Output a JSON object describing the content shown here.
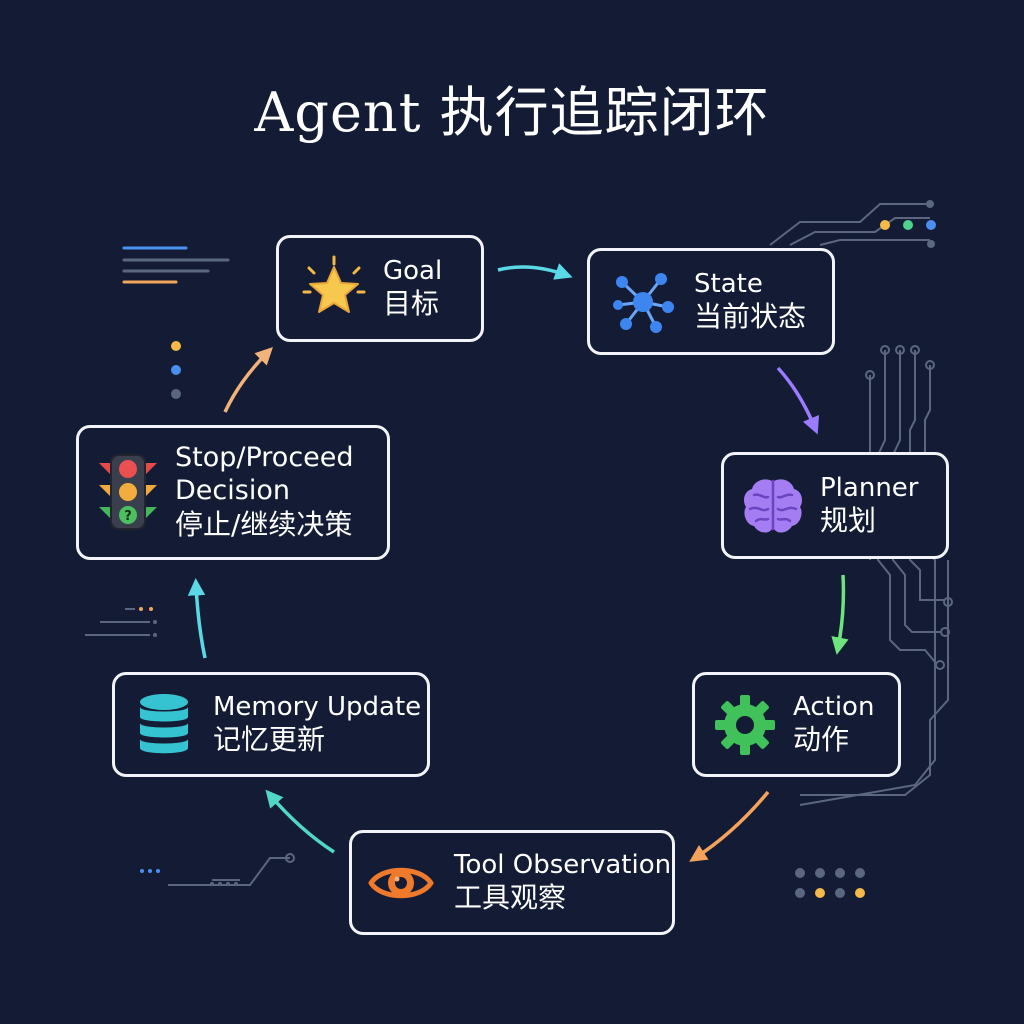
{
  "title": "Agent 执行追踪闭环",
  "nodes": {
    "goal": {
      "en": "Goal",
      "zh": "目标",
      "icon": "star-icon"
    },
    "state": {
      "en": "State",
      "zh": "当前状态",
      "icon": "network-icon"
    },
    "planner": {
      "en": "Planner",
      "zh": "规划",
      "icon": "brain-icon"
    },
    "action": {
      "en": "Action",
      "zh": "动作",
      "icon": "gear-icon"
    },
    "tool": {
      "en": "Tool Observation",
      "zh": "工具观察",
      "icon": "eye-icon"
    },
    "memory": {
      "en": "Memory Update",
      "zh": "记忆更新",
      "icon": "database-icon"
    },
    "stop": {
      "en1": "Stop/Proceed",
      "en2": "Decision",
      "zh": "停止/继续决策",
      "icon": "traffic-light-icon"
    }
  },
  "flow": [
    "goal",
    "state",
    "planner",
    "action",
    "tool",
    "memory",
    "stop",
    "goal"
  ],
  "colors": {
    "background": "#141c35",
    "box_border": "#f2f4f8",
    "arrow_cyan": "#5ad8e6",
    "arrow_purple": "#9b7bff",
    "arrow_green": "#6fe37d",
    "arrow_orange": "#f5a35a",
    "arrow_teal": "#52d6c8",
    "arrow_peach": "#f2b27a",
    "circuit": "#5b6780"
  }
}
